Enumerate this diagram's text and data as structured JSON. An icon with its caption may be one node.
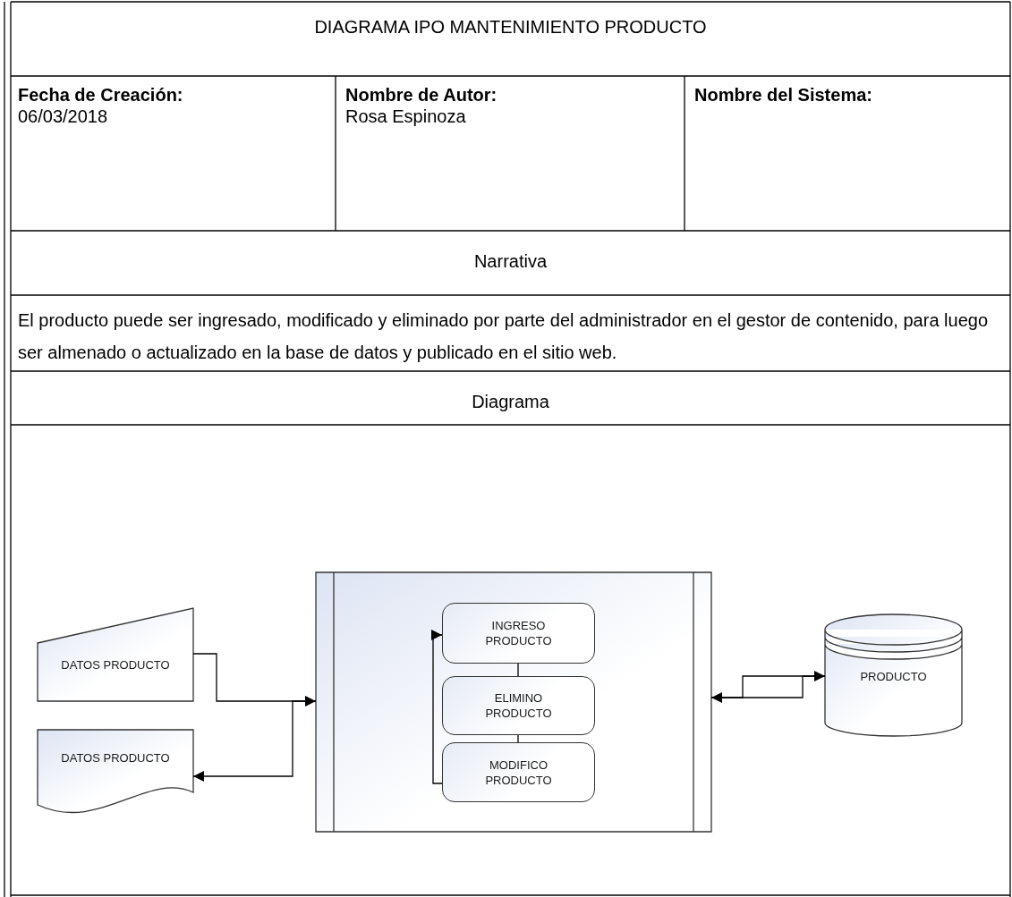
{
  "diagram": {
    "title": "DIAGRAMA IPO MANTENIMIENTO PRODUCTO",
    "nodes": [
      {
        "text": [
          "DATOS PRODUCTO"
        ]
      },
      {
        "text": [
          "DATOS PRODUCTO"
        ]
      },
      {
        "text": [],
        "shape": "box"
      },
      {
        "text": [
          "INGRESO PRODUCTO"
        ],
        "in": 2
      },
      {
        "text": [
          "ELIMINO PRODUCTO"
        ],
        "in": 2
      },
      {
        "text": [
          "MODIFICO PRODUCTO"
        ],
        "in": 2
      },
      {
        "text": [
          "PRODUCTO"
        ]
      }
    ],
    "edges": [
      {
        "from": 0,
        "to": 2,
        "arrow": "to"
      },
      {
        "from": 2,
        "to": 1,
        "arrow": "to"
      },
      {
        "from": 2,
        "to": 6,
        "arrow": "to"
      },
      {
        "from": 6,
        "to": 2,
        "arrow": "to"
      },
      {
        "from": 3,
        "to": 4,
        "arrow": "none"
      },
      {
        "from": 4,
        "to": 5,
        "arrow": "none"
      },
      {
        "from": 5,
        "to": 3,
        "arrow": "to"
      }
    ],
    "labels": [
      "Fecha de Creación:",
      "06/03/2018",
      "Nombre de Autor:",
      "Rosa Espinoza",
      "Nombre del Sistema:",
      "Narrativa",
      "El producto puede ser ingresado, modificado y eliminado por parte del administrador en el gestor de contenido, para luego ser almenado o actualizado en la base de datos y publicado en el sitio web.",
      "Diagrama"
    ]
  }
}
